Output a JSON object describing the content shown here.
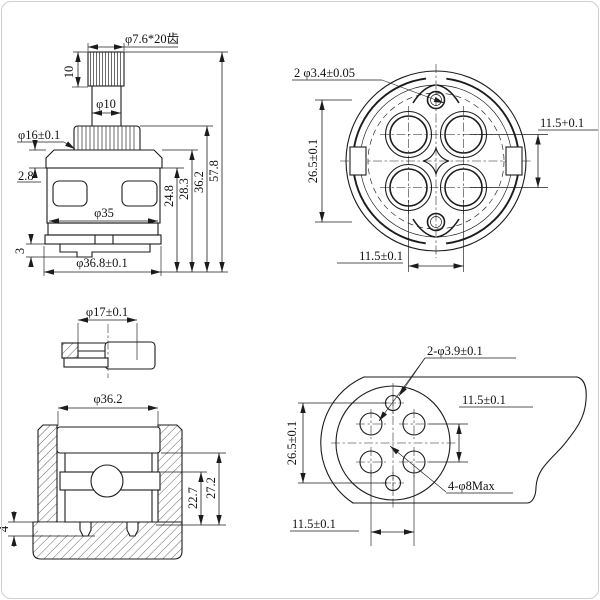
{
  "drawing": {
    "type": "engineering-drawing",
    "subject": "faucet cartridge multi-view dimensional drawing",
    "colors": {
      "line": "#1c1c1c",
      "background": "#ffffff",
      "frame": "#cfcfcf"
    },
    "side_view": {
      "spline": "φ7.6*20齿",
      "spline_len": "10",
      "stem_dia": "φ10",
      "collar_dia": "φ16±0.1",
      "cap_h": "2.8",
      "body_dia": "φ35",
      "base_step": "3",
      "base_dia": "φ36.8±0.1",
      "h_body": "24.8",
      "h_cap": "28.3",
      "h_collar": "36.2",
      "h_total": "57.8"
    },
    "bottom_view": {
      "small_holes": "2 φ3.4±0.05",
      "span_v": "26.5±0.1",
      "pitch_v": "11.5+0.1",
      "pitch_h": "11.5±0.1"
    },
    "nut_view": {
      "dia": "φ17±0.1"
    },
    "section_view": {
      "dia": "φ36.2",
      "h_inner": "22.7",
      "h_outer": "27.2",
      "pin_h": "4"
    },
    "plan_view": {
      "small_holes": "2-φ3.9±0.1",
      "pitch_v": "11.5±0.1",
      "span_v": "26.5±0.1",
      "large_holes": "4-φ8Max",
      "pitch_h": "11.5±0.1"
    }
  }
}
